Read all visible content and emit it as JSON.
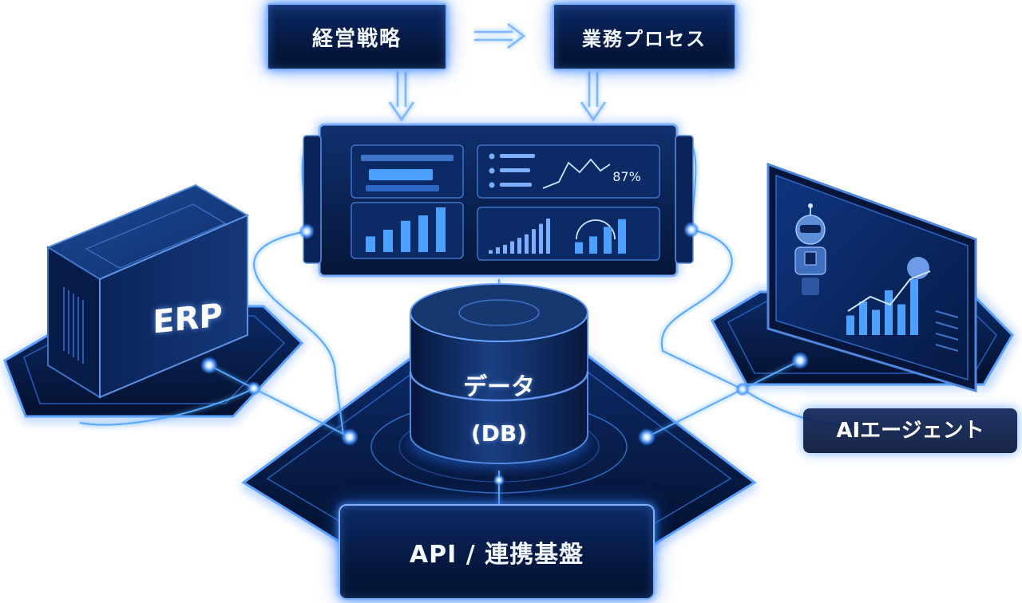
{
  "nodes": {
    "strategy": "経営戦略",
    "process": "業務プロセス",
    "erp": "ERP",
    "data_line1": "データ",
    "data_line2": "(DB)",
    "ai_agent": "AIエージェント",
    "api": "API / 連携基盤"
  },
  "dashboard": {
    "kpi_value": "87%",
    "bar_chart_left": [
      0.35,
      0.5,
      0.7,
      0.82,
      1.0
    ],
    "bar_chart_right": [
      0.3,
      0.45,
      0.7,
      0.9
    ],
    "mini_bars": [
      0.1,
      0.18,
      0.25,
      0.35,
      0.45,
      0.55,
      0.7,
      0.85,
      1.0
    ]
  },
  "ai_screen": {
    "bars": [
      0.35,
      0.6,
      0.45,
      0.8,
      0.55,
      1.0
    ]
  },
  "colors": {
    "deep_navy": "#061a44",
    "panel_navy": "#0d2a66",
    "glow_blue": "#3d8bff",
    "highlight": "#7fb0ff",
    "node_light": "#cfe4ff"
  },
  "icons": {
    "arrow_right": "arrow-right-icon",
    "arrow_down": "arrow-down-icon",
    "robot": "robot-icon",
    "connection_node": "connection-node-icon"
  }
}
